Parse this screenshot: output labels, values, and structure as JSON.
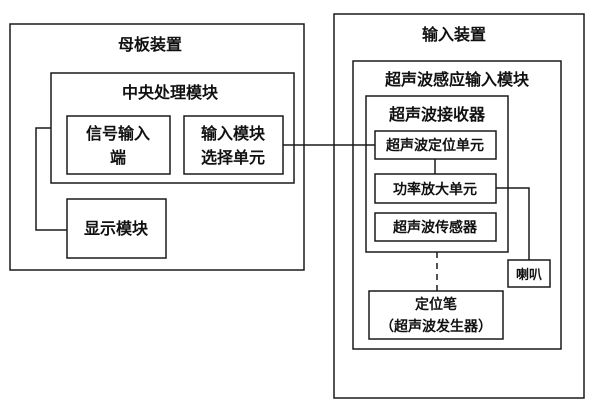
{
  "mainboard": {
    "title": "母板装置",
    "cpu": {
      "title": "中央处理模块",
      "signal_input": [
        "信号输入",
        "端"
      ],
      "input_select": [
        "输入模块",
        "选择单元"
      ]
    },
    "display": "显示模块"
  },
  "input_device": {
    "title": "输入装置",
    "ultrasonic_module": {
      "title": "超声波感应输入模块",
      "receiver": {
        "title": "超声波接收器",
        "locate_unit": "超声波定位单元",
        "amplifier": "功率放大单元",
        "sensor": "超声波传感器"
      },
      "speaker": "喇叭",
      "pen": [
        "定位笔",
        "（超声波发生器）"
      ]
    }
  }
}
